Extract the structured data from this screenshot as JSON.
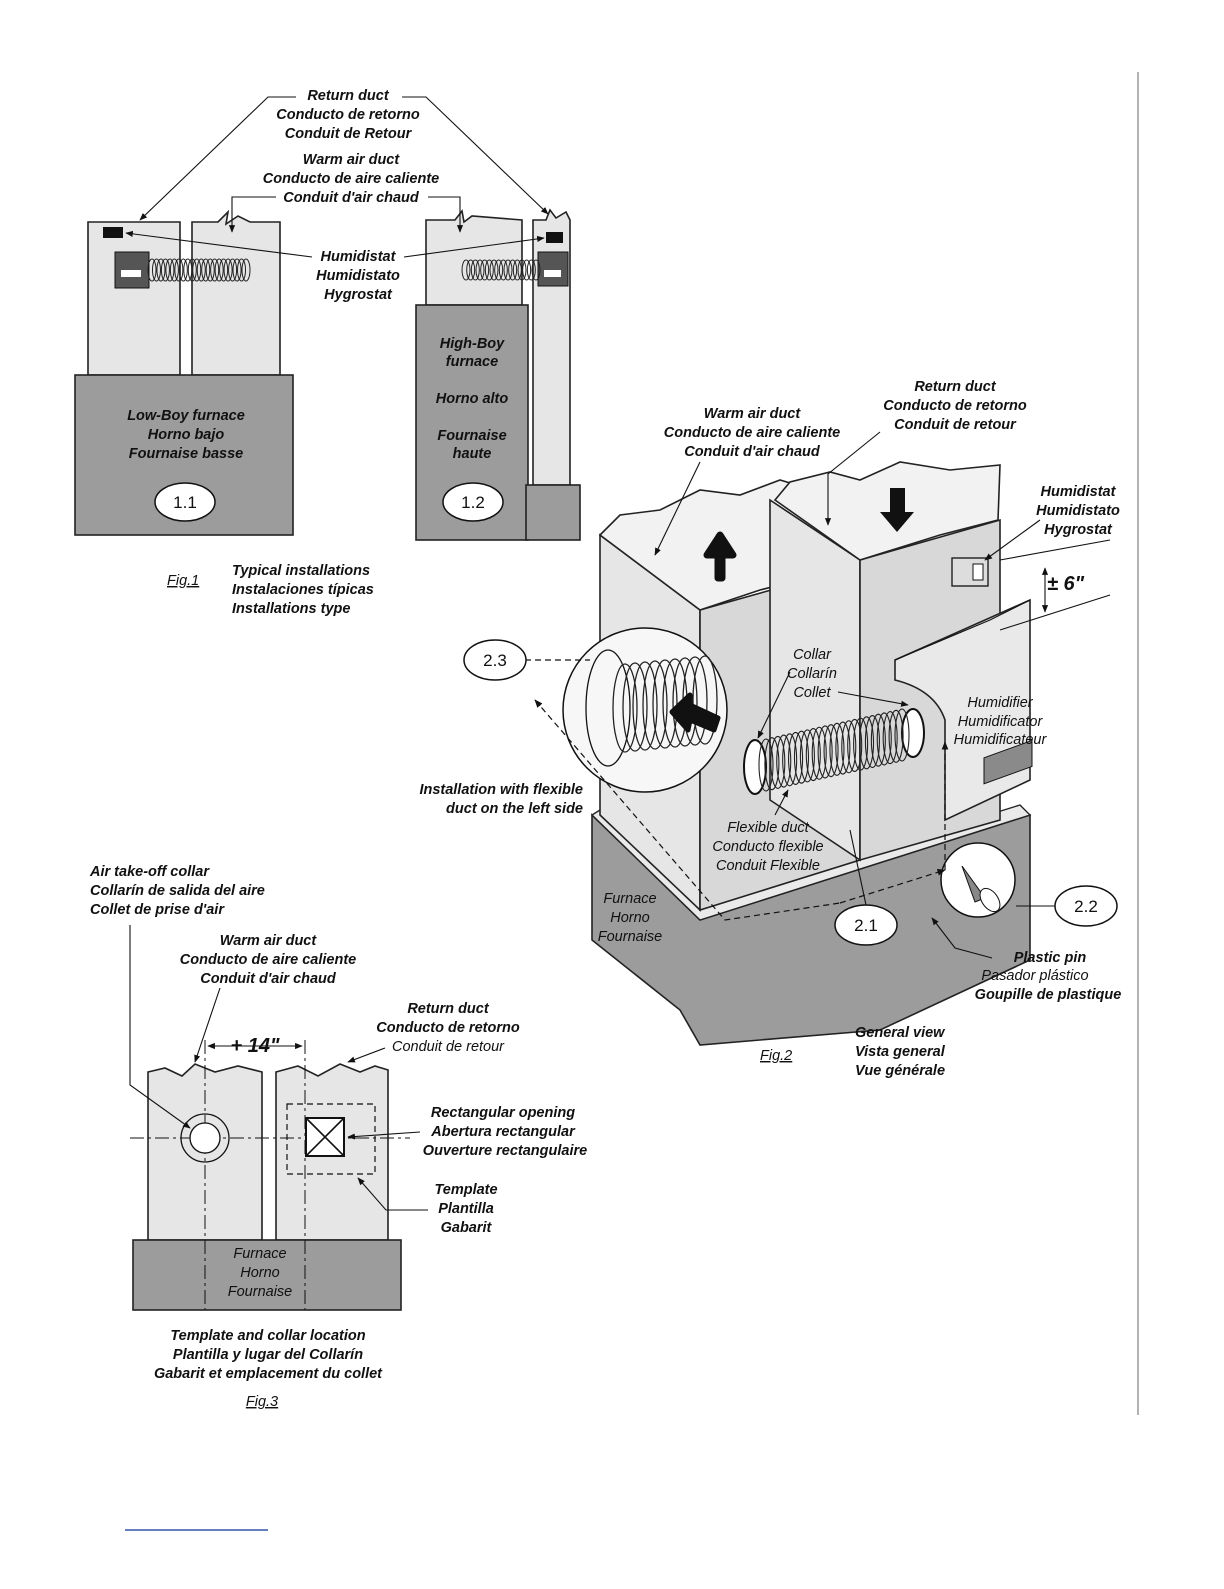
{
  "fig1": {
    "return_duct": [
      "Return duct",
      "Conducto de retorno",
      "Conduit de Retour"
    ],
    "warm_air_duct": [
      "Warm air duct",
      "Conducto de aire caliente",
      "Conduit d'air chaud"
    ],
    "humidistat": [
      "Humidistat",
      "Humidistato",
      "Hygrostat"
    ],
    "lowboy": [
      "Low-Boy furnace",
      "Horno bajo",
      "Fournaise basse"
    ],
    "highboy": [
      "High-Boy",
      "furnace",
      "Horno alto",
      "Fournaise",
      "haute"
    ],
    "badge_1": "1.1",
    "badge_2": "1.2",
    "fig_label": "Fig.1",
    "caption": [
      "Typical installations",
      "Instalaciones típicas",
      "Installations type"
    ]
  },
  "fig2": {
    "warm_air_duct": [
      "Warm air duct",
      "Conducto de aire caliente",
      "Conduit d'air chaud"
    ],
    "return_duct": [
      "Return duct",
      "Conducto de retorno",
      "Conduit de retour"
    ],
    "humidistat": [
      "Humidistat",
      "Humidistato",
      "Hygrostat"
    ],
    "offset": "± 6\"",
    "collar": [
      "Collar",
      "Collarín",
      "Collet"
    ],
    "humidifier": [
      "Humidifier",
      "Humidificator",
      "Humidificateur"
    ],
    "install_note": [
      "Installation with flexible",
      "duct on the left side"
    ],
    "flexible_duct": [
      "Flexible duct",
      "Conducto flexible",
      "Conduit Flexible"
    ],
    "furnace": [
      "Furnace",
      "Horno",
      "Fournaise"
    ],
    "plastic_pin": [
      "Plastic pin",
      "Pasador plástico",
      "Goupille de plastique"
    ],
    "badge_21": "2.1",
    "badge_22": "2.2",
    "badge_23": "2.3",
    "fig_label": "Fig.2",
    "caption": [
      "General view",
      "Vista general",
      "Vue générale"
    ]
  },
  "fig3": {
    "air_takeoff": [
      "Air take-off collar",
      "Collarín de salida del aire",
      "Collet de prise d'air"
    ],
    "warm_air_duct": [
      "Warm air duct",
      "Conducto de aire caliente",
      "Conduit d'air chaud"
    ],
    "return_duct": [
      "Return duct",
      "Conducto de retorno",
      "Conduit de retour"
    ],
    "spacing": "+ 14\"",
    "rect_opening": [
      "Rectangular opening",
      "Abertura rectangular",
      "Ouverture rectangulaire"
    ],
    "template": [
      "Template",
      "Plantilla",
      "Gabarit"
    ],
    "furnace": [
      "Furnace",
      "Horno",
      "Fournaise"
    ],
    "caption": [
      "Template and collar location",
      "Plantilla y lugar del Collarín",
      "Gabarit et emplacement du collet"
    ],
    "fig_label": "Fig.3"
  }
}
